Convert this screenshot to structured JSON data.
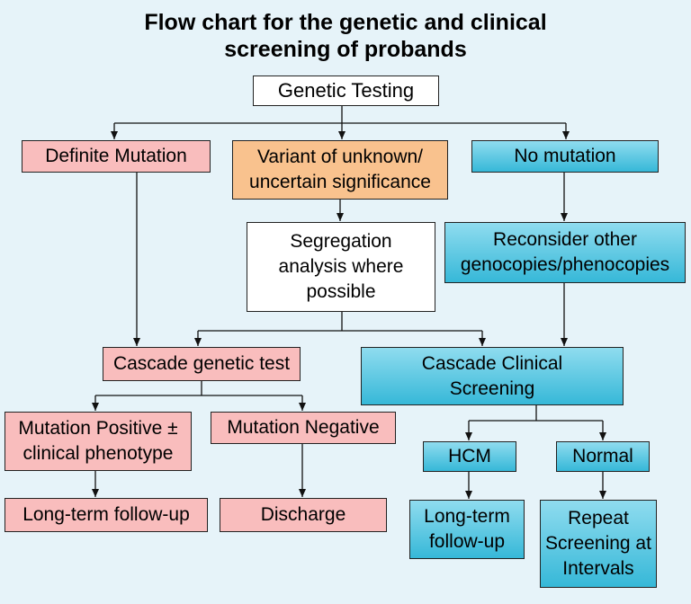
{
  "title": {
    "line1": "Flow chart for the genetic and clinical",
    "line2": "screening of probands"
  },
  "nodes": {
    "genetic_testing": "Genetic Testing",
    "definite_mutation": "Definite Mutation",
    "variant_line1": "Variant of unknown/",
    "variant_line2": "uncertain significance",
    "no_mutation": "No mutation",
    "segregation_line1": "Segregation",
    "segregation_line2": "analysis where",
    "segregation_line3": "possible",
    "reconsider_line1": "Reconsider other",
    "reconsider_line2": "genocopies/phenocopies",
    "cascade_genetic": "Cascade genetic test",
    "cascade_clinical_line1": "Cascade Clinical",
    "cascade_clinical_line2": "Screening",
    "mutation_positive_line1": "Mutation Positive ±",
    "mutation_positive_line2": "clinical phenotype",
    "mutation_negative": "Mutation Negative",
    "hcm": "HCM",
    "normal": "Normal",
    "long_term_followup_left": "Long-term follow-up",
    "discharge": "Discharge",
    "long_term_line1": "Long-term",
    "long_term_line2": "follow-up",
    "repeat_line1": "Repeat",
    "repeat_line2": "Screening at",
    "repeat_line3": "Intervals"
  },
  "colors": {
    "background": "#e6f3f9",
    "pink": "#f9bdbd",
    "orange": "#f9c28e",
    "cyan_top": "#8fdcef",
    "cyan_bottom": "#36b8d8",
    "white": "#ffffff"
  }
}
